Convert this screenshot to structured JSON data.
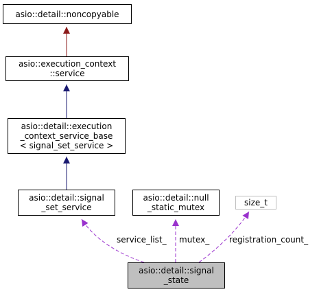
{
  "nodes": {
    "noncopyable": {
      "lines": [
        "asio::detail::noncopyable"
      ]
    },
    "service": {
      "lines": [
        "asio::execution_context",
        "::service"
      ]
    },
    "service_base": {
      "lines": [
        "asio::detail::execution",
        "_context_service_base",
        "< signal_set_service >"
      ]
    },
    "signal_set_service": {
      "lines": [
        "asio::detail::signal",
        "_set_service"
      ]
    },
    "null_static_mutex": {
      "lines": [
        "asio::detail::null",
        "_static_mutex"
      ]
    },
    "size_t": {
      "lines": [
        "size_t"
      ]
    },
    "signal_state": {
      "lines": [
        "asio::detail::signal",
        "_state"
      ]
    }
  },
  "edge_labels": {
    "service_list": "service_list_",
    "mutex": "mutex_",
    "registration_count": "registration_count_"
  },
  "colors": {
    "inheritance_public": "#191970",
    "inheritance_private": "#8b1a1a",
    "usage": "#9a32cd",
    "focus_fill": "#bfbfbf",
    "ghost_border": "#bfbfbf"
  }
}
